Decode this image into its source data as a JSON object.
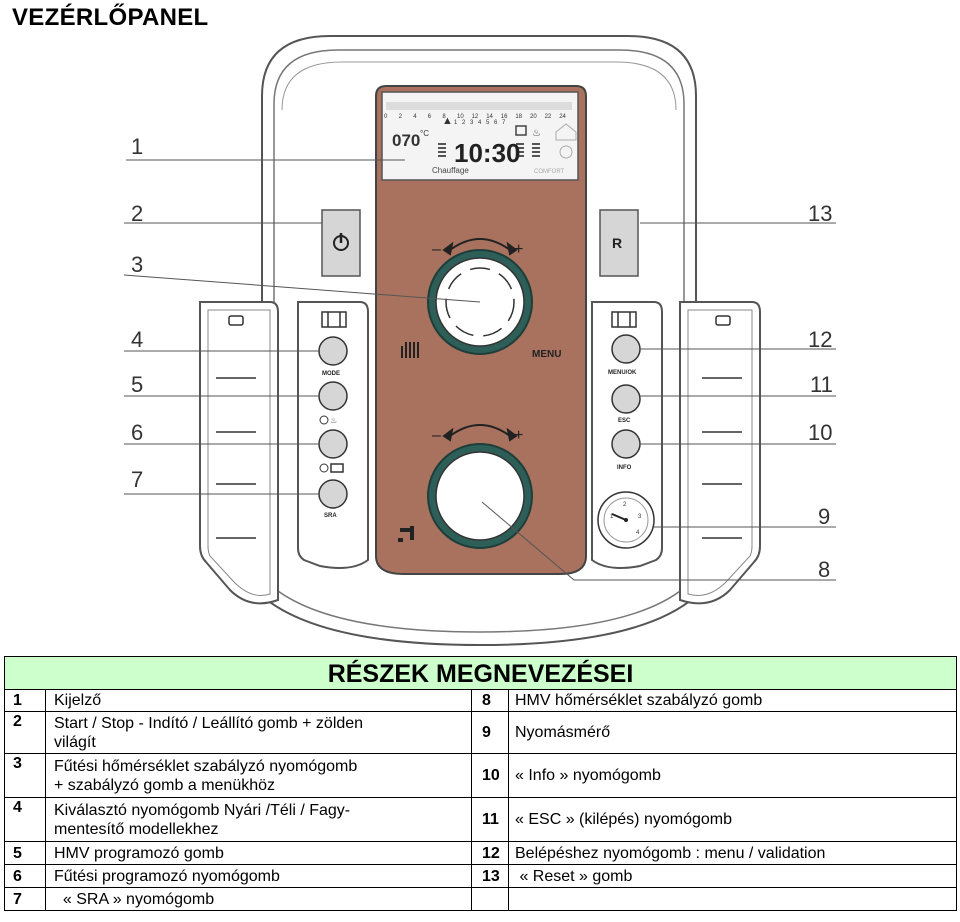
{
  "page_title": "VEZÉRLŐPANEL",
  "callouts": [
    "1",
    "2",
    "3",
    "4",
    "5",
    "6",
    "7",
    "8",
    "9",
    "10",
    "11",
    "12",
    "13"
  ],
  "panel": {
    "lcd": {
      "scale_top": [
        "0",
        "2",
        "4",
        "6",
        "8",
        "10",
        "12",
        "14",
        "16",
        "18",
        "20",
        "22",
        "24"
      ],
      "scale_days": [
        "1",
        "2",
        "3",
        "4",
        "5",
        "6",
        "7"
      ],
      "temp": "070",
      "temp_unit": "°C",
      "time": "10:30",
      "mode_label": "Chauffage",
      "comfort_label": "COMFORT"
    },
    "reset_label": "R",
    "menu_label": "MENU",
    "minus_sign": "–",
    "plus_sign": "+",
    "left_buttons": [
      "MODE",
      "",
      "",
      "SRA"
    ],
    "right_buttons": [
      "MENU/OK",
      "ESC",
      "INFO"
    ],
    "gauge_ticks": [
      "1",
      "2",
      "3",
      "4"
    ]
  },
  "table": {
    "title": "RÉSZEK MEGNEVEZÉSEI",
    "rows": [
      {
        "l_num": "1",
        "l_text": [
          "Kijelző"
        ],
        "r_num": "8",
        "r_text": "HMV hőmérséklet szabályzó gomb"
      },
      {
        "l_num": "2",
        "l_text": [
          "Start / Stop - Indító / Leállító gomb  + zölden",
          "világít"
        ],
        "r_num": "9",
        "r_text": "Nyomásmérő"
      },
      {
        "l_num": "3",
        "l_text": [
          "Fűtési hőmérséklet szabályzó nyomógomb",
          "+ szabályzó gomb a menükhöz"
        ],
        "r_num": "10",
        "r_text": "« Info » nyomógomb"
      },
      {
        "l_num": "4",
        "l_text": [
          "Kiválasztó nyomógomb Nyári /Téli / Fagy-",
          "mentesítő modellekhez"
        ],
        "r_num": "11",
        "r_text": "« ESC » (kilépés) nyomógomb"
      },
      {
        "l_num": "5",
        "l_text": [
          "HMV programozó gomb"
        ],
        "r_num": "12",
        "r_text": "Belépéshez nyomógomb :  menu / validation"
      },
      {
        "l_num": "6",
        "l_text": [
          "Fűtési programozó nyomógomb"
        ],
        "r_num": "13",
        "r_text": " « Reset » gomb"
      },
      {
        "l_num": "7",
        "l_text": [
          "  « SRA » nyomógomb"
        ],
        "r_num": "",
        "r_text": ""
      }
    ]
  }
}
